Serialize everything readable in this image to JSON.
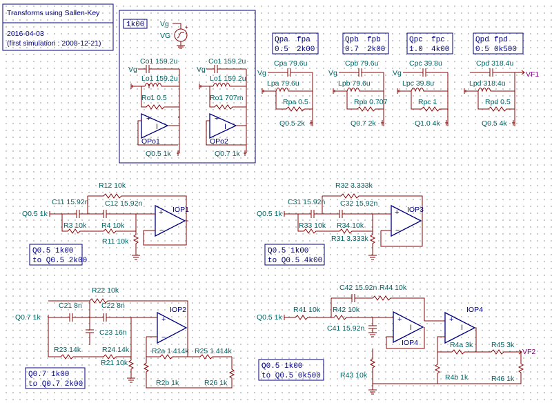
{
  "title_box": {
    "title": "Transforms using Sallen-Key",
    "date": "2016-04-03",
    "note": "(first simulation : 2008-12-21)"
  },
  "top_group": {
    "tag": "1k00",
    "vg_label": "Vg",
    "vg_source": "VG",
    "left": {
      "vg": "Vg",
      "c": "Co1 159.2u",
      "l": "Lo1 159.2u",
      "r": "Ro1 0.5",
      "op": "OPo1",
      "out": "Q0.5 1k"
    },
    "right": {
      "vg": "Vg",
      "c": "Co1 159.2u",
      "l": "Lo1 159.2u",
      "r": "Ro1 707m",
      "op": "OPo2",
      "out": "Q0.7 1k"
    }
  },
  "param_tables": [
    {
      "h1": "Qpa",
      "h2": "fpa",
      "v1": "0.5",
      "v2": "2k00"
    },
    {
      "h1": "Qpb",
      "h2": "fpb",
      "v1": "0.7",
      "v2": "2k00"
    },
    {
      "h1": "Qpc",
      "h2": "fpc",
      "v1": "1.0",
      "v2": "4k00"
    },
    {
      "h1": "Qpd",
      "h2": "fpd",
      "v1": "0.5",
      "v2": "0k500"
    }
  ],
  "rlc_cells": [
    {
      "vg": "Vg",
      "c": "Cpa 79.6u",
      "l": "Lpa 79.6u",
      "r": "Rpa 0.5",
      "out": "Q0.5 2k"
    },
    {
      "vg": "Vg",
      "c": "Cpb 79.6u",
      "l": "Lpb 79.6u",
      "r": "Rpb 0.707",
      "out": "Q0.7 2k"
    },
    {
      "vg": "Vg",
      "c": "Cpc 39.8u",
      "l": "Lpc 39.8u",
      "r": "Rpc 1",
      "out": "Q1.0 4k"
    },
    {
      "vg": "",
      "c": "Cpd 318.4u",
      "l": "Lpd 318.4u",
      "r": "Rpd 0.5",
      "out": "Q0.5 4k"
    }
  ],
  "vf1": "VF1",
  "vf2": "VF2",
  "circuit1": {
    "r12": "R12 10k",
    "c11": "C11 15.92n",
    "c12": "C12 15.92n",
    "in": "Q0.5 1k",
    "r3": "R3 10k",
    "r4": "R4 10k",
    "r11": "R11 10k",
    "op": "IOP1",
    "note1": "Q0.5 1k00",
    "note2": "to Q0.5 2k00"
  },
  "circuit2": {
    "r32": "R32 3.333k",
    "c31": "C31 15.92n",
    "c32": "C32 15.92n",
    "in": "Q0.5 1k",
    "r33": "R33 10k",
    "r34": "R34 10k",
    "r31": "R31 3.333k",
    "op": "IOP3",
    "note1": "Q0.5 1k00",
    "note2": "to Q0.5 4k00"
  },
  "circuit3": {
    "r22": "R22 10k",
    "c21": "C21 8n",
    "c22": "C22 8n",
    "c23": "C23 16n",
    "in": "Q0.7 1k",
    "r23": "R23 14k",
    "r24": "R24 14k",
    "r21": "R21 10k",
    "r2a": "R2a 1.414k",
    "r25": "R25 1.414k",
    "r2b": "R2b 1k",
    "r26": "R26 1k",
    "op": "IOP2",
    "note1": "Q0.7 1k00",
    "note2": "to Q0.7 2k00"
  },
  "circuit4": {
    "c42": "C42 15.92n",
    "r44": "R44 10k",
    "in": "Q0.5 1k",
    "r41": "R41 10k",
    "r42": "R42 10k",
    "c41": "C41 15.92n",
    "r43": "R43 10k",
    "r4a": "R4a 3k",
    "r45": "R45 3k",
    "r4b": "R4b 1k",
    "r46": "R46 1k",
    "op1": "IOP4",
    "op2": "IOP4",
    "note1": "Q0.5 1k00",
    "note2": "to Q0.5 0k500"
  }
}
